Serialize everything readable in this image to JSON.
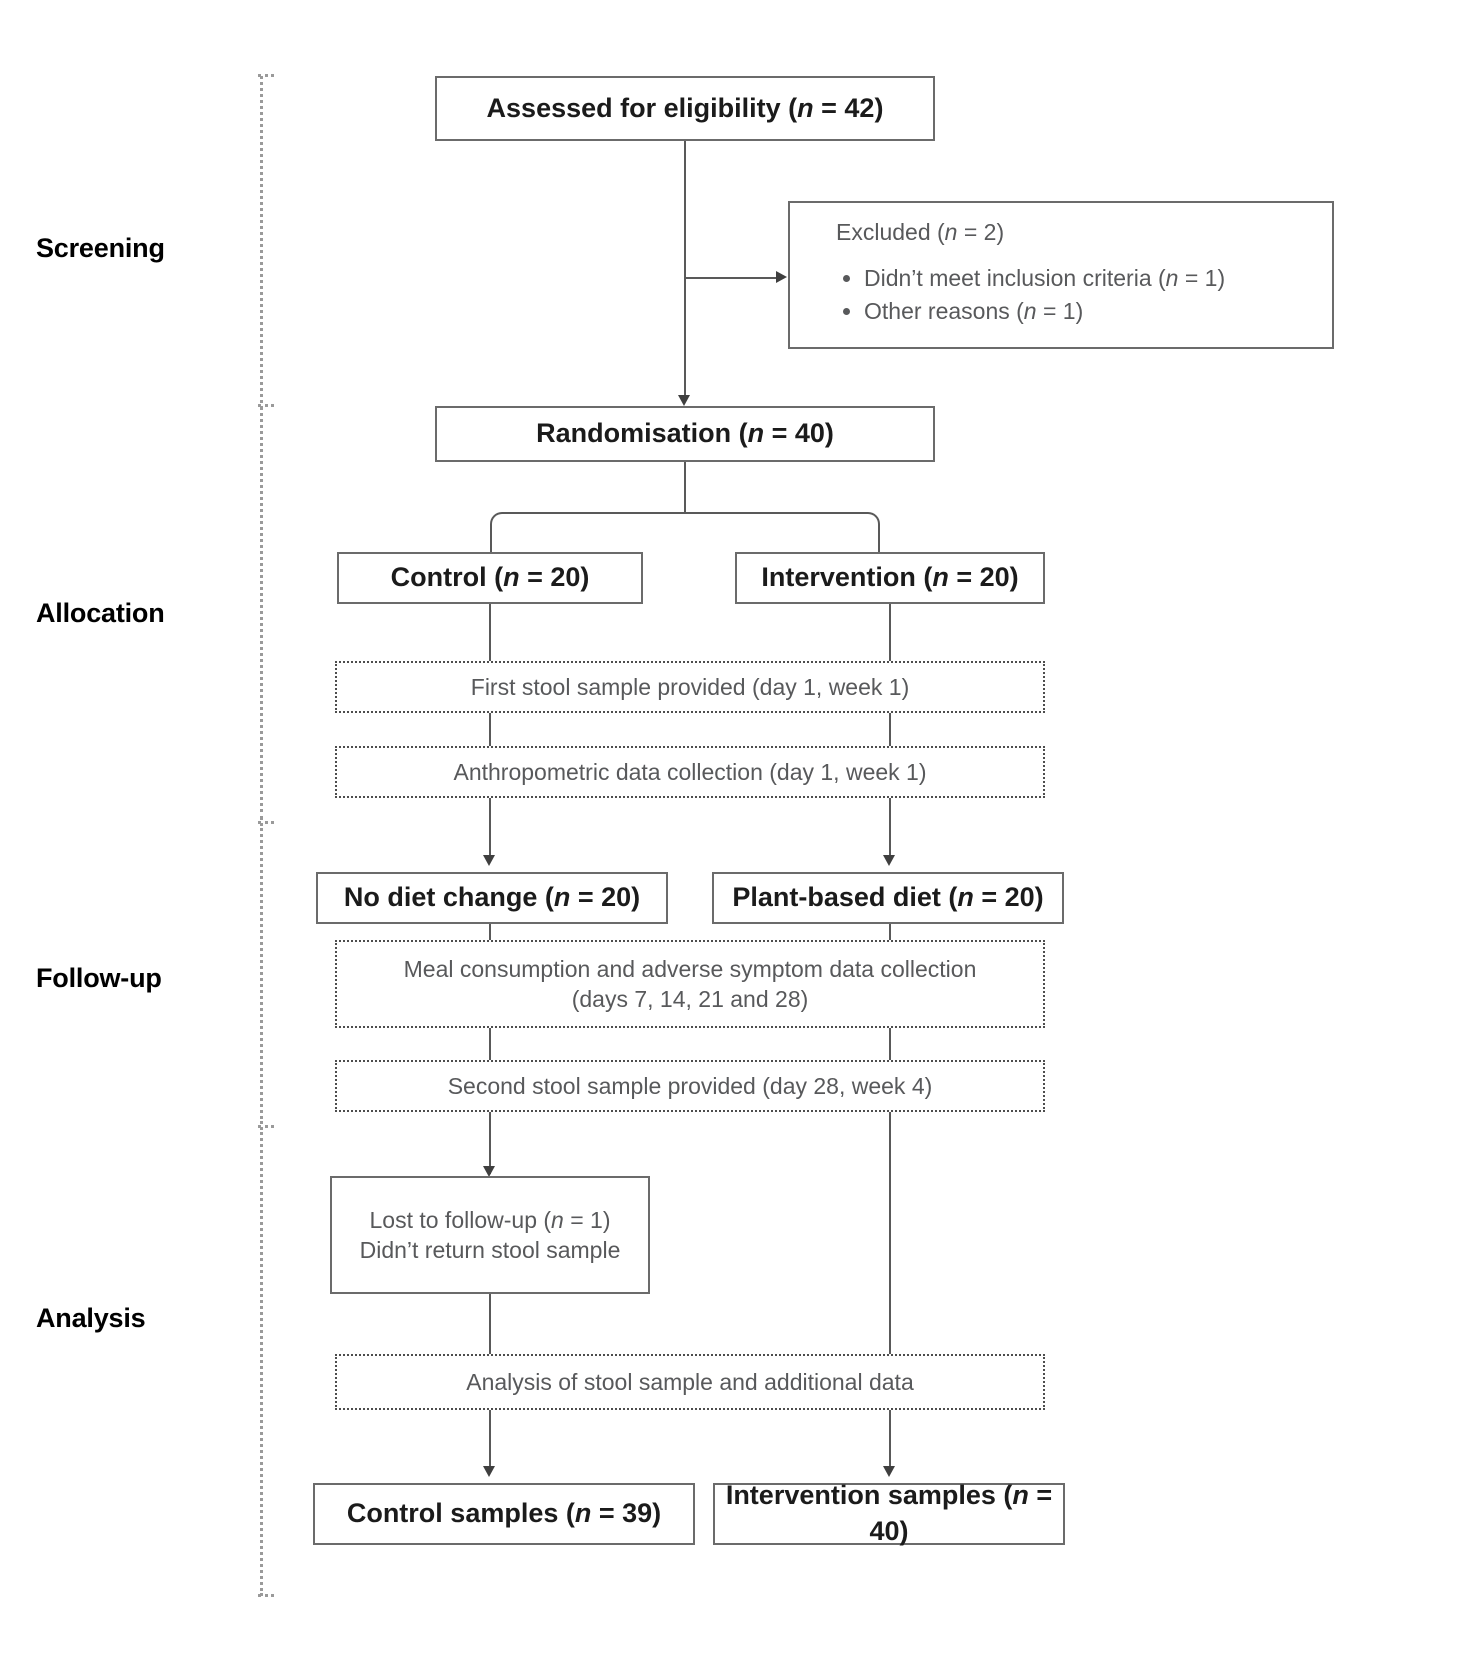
{
  "diagram": {
    "title": "CONSORT participant flow diagram",
    "stages": [
      {
        "id": "screening",
        "label": "Screening"
      },
      {
        "id": "allocation",
        "label": "Allocation"
      },
      {
        "id": "followup",
        "label": "Follow-up"
      },
      {
        "id": "analysis",
        "label": "Analysis"
      }
    ],
    "nodes": {
      "assessed": {
        "label": "Assessed for eligibility (n = 42)",
        "n": 42,
        "style": "solid-bold"
      },
      "excluded_title": {
        "label": "Excluded (n = 2)",
        "n": 2,
        "style": "solid-plain"
      },
      "excluded_reason_1": {
        "label": "Didn’t meet inclusion criteria (n = 1)",
        "n": 1
      },
      "excluded_reason_2": {
        "label": "Other reasons (n = 1)",
        "n": 1
      },
      "randomisation": {
        "label": "Randomisation (n = 40)",
        "n": 40,
        "style": "solid-bold"
      },
      "control": {
        "label": "Control (n = 20)",
        "n": 20,
        "style": "solid-bold"
      },
      "intervention": {
        "label": "Intervention (n = 20)",
        "n": 20,
        "style": "solid-bold"
      },
      "first_stool": {
        "label": "First stool sample provided (day 1, week 1)",
        "style": "dotted"
      },
      "anthropometric": {
        "label": "Anthropometric data collection (day 1, week 1)",
        "style": "dotted"
      },
      "no_diet_change": {
        "label": "No diet change (n = 20)",
        "n": 20,
        "style": "solid-bold"
      },
      "plant_based_diet": {
        "label": "Plant-based diet (n = 20)",
        "n": 20,
        "style": "solid-bold"
      },
      "meal_consumption_l1": {
        "label": "Meal consumption and adverse symptom data collection",
        "style": "dotted"
      },
      "meal_consumption_l2": {
        "label": "(days 7, 14, 21 and 28)",
        "style": "dotted"
      },
      "second_stool": {
        "label": "Second stool sample provided (day 28, week 4)",
        "style": "dotted"
      },
      "lost_followup_l1": {
        "label": "Lost to follow-up (n = 1)",
        "n": 1,
        "style": "solid-plain"
      },
      "lost_followup_l2": {
        "label": "Didn’t return stool sample",
        "style": "solid-plain"
      },
      "analysis_stool": {
        "label": "Analysis of stool sample and additional data",
        "style": "dotted"
      },
      "control_samples": {
        "label": "Control samples (n = 39)",
        "n": 39,
        "style": "solid-bold"
      },
      "intervention_samples": {
        "label": "Intervention samples (n = 40)",
        "n": 40,
        "style": "solid-bold"
      }
    },
    "colors": {
      "box_border": "#6b6b6b",
      "dotted_border": "#4d4d4d",
      "connector": "#595959",
      "bracket": "#9a9a9a",
      "bold_text": "#1b1b1b",
      "plain_text": "#58595b",
      "background": "#ffffff"
    }
  }
}
